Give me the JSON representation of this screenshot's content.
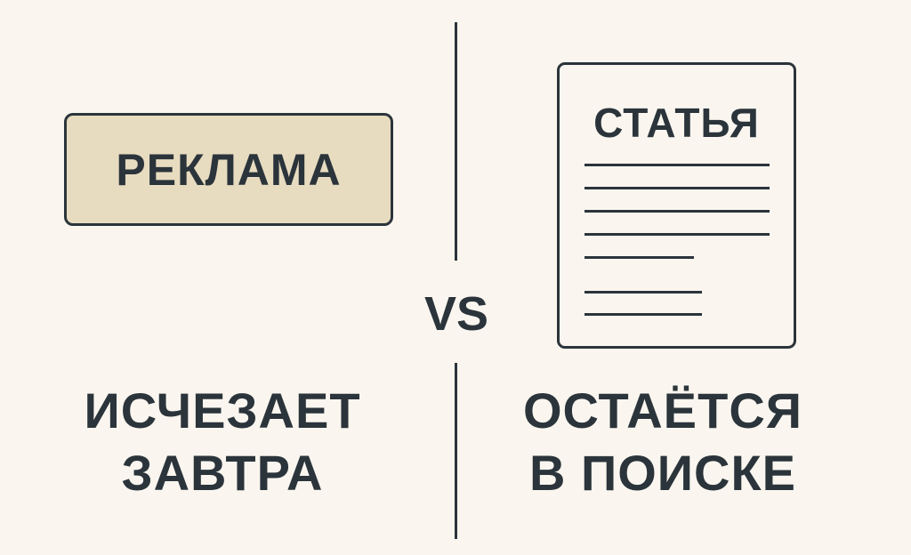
{
  "left": {
    "badge_label": "РЕКЛАМА",
    "caption_line1": "ИСЧЕЗАЕТ",
    "caption_line2": "ЗАВТРА"
  },
  "center": {
    "vs_label": "VS"
  },
  "right": {
    "document_title": "СТАТЬЯ",
    "caption_line1": "ОСТАЁТСЯ",
    "caption_line2": "В ПОИСКЕ"
  },
  "colors": {
    "background": "#faf6ef",
    "ink": "#2b343b",
    "badge_fill": "#e8dcc0"
  }
}
